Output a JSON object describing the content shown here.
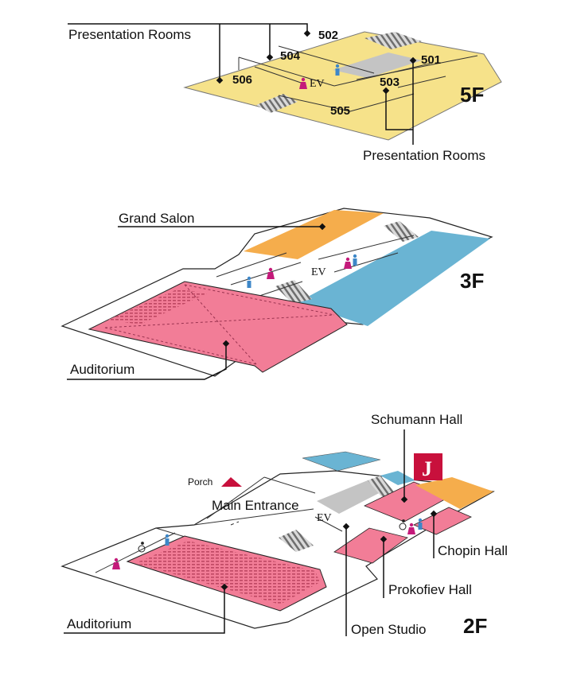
{
  "floors": [
    {
      "id": "5F",
      "label": "5F",
      "labels": {
        "presentation_rooms_top": "Presentation Rooms",
        "presentation_rooms_bottom": "Presentation Rooms",
        "elevator": "EV"
      },
      "rooms": [
        "502",
        "504",
        "501",
        "506",
        "503",
        "505"
      ]
    },
    {
      "id": "3F",
      "label": "3F",
      "labels": {
        "grand_salon": "Grand Salon",
        "auditorium": "Auditorium",
        "elevator": "EV"
      }
    },
    {
      "id": "2F",
      "label": "2F",
      "labels": {
        "schumann_hall": "Schumann Hall",
        "porch": "Porch",
        "main_entrance": "Main Entrance",
        "elevator": "EV",
        "chopin_hall": "Chopin Hall",
        "prokofiev_hall": "Prokofiev Hall",
        "auditorium": "Auditorium",
        "open_studio": "Open Studio"
      },
      "logo_letter": "J"
    }
  ],
  "colors": {
    "presentation_rooms": "#f6e28a",
    "auditorium": "#f27d97",
    "grand_salon": "#f5ad4c",
    "blue_area": "#6ab4d3",
    "gray_area": "#c4c4c4",
    "stairs": "#8a8a8a",
    "accent_red": "#c8103c",
    "restroom_male": "#3d87c8",
    "restroom_female": "#c41a7a"
  }
}
